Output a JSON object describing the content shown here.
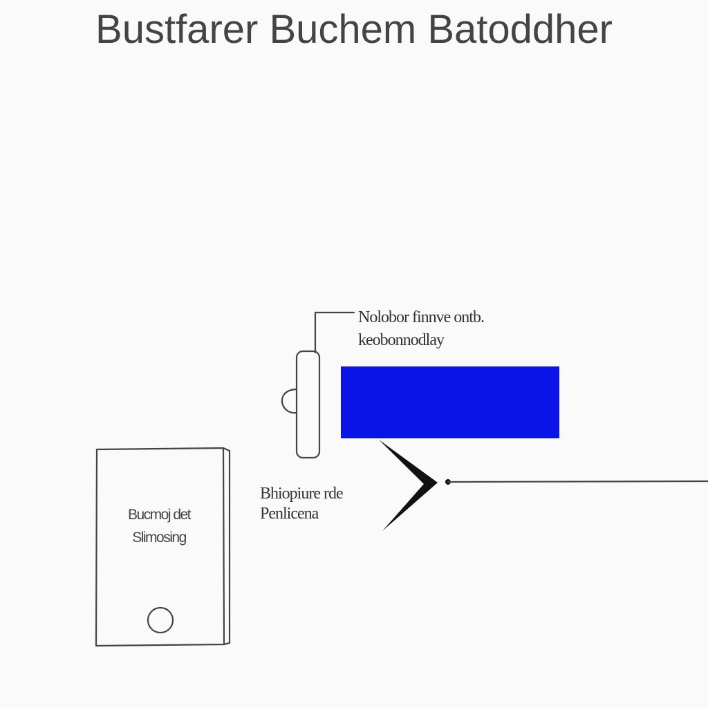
{
  "title": "Bustfarer Buchem Batoddher",
  "callout": {
    "line1": "Nolobor finnve ontb.",
    "line2": "keobonnodlay"
  },
  "side_label": {
    "line1": "Bhiopiure rde",
    "line2": "Penlicena"
  },
  "device_label": {
    "line1": "Bucmoj det",
    "line2": "Slimosing"
  },
  "colors": {
    "accent": "#0a14e6",
    "line": "#444444",
    "background": "#fafafa",
    "arrow": "#111111"
  }
}
